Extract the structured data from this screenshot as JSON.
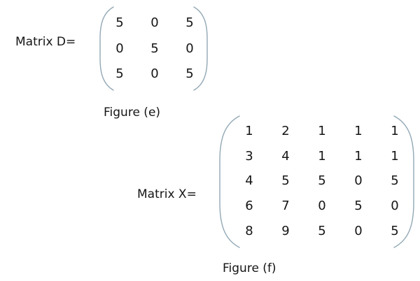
{
  "colors": {
    "paren": "#92a8b5",
    "text": "#151515",
    "background": "#ffffff"
  },
  "matrix_d": {
    "label": "Matrix D=",
    "caption": "Figure (e)",
    "values": [
      [
        5,
        0,
        5
      ],
      [
        0,
        5,
        0
      ],
      [
        5,
        0,
        5
      ]
    ]
  },
  "matrix_x": {
    "label": "Matrix X=",
    "caption": "Figure (f)",
    "values": [
      [
        1,
        2,
        1,
        1,
        1
      ],
      [
        3,
        4,
        1,
        1,
        1
      ],
      [
        4,
        5,
        5,
        0,
        5
      ],
      [
        6,
        7,
        0,
        5,
        0
      ],
      [
        8,
        9,
        5,
        0,
        5
      ]
    ]
  }
}
